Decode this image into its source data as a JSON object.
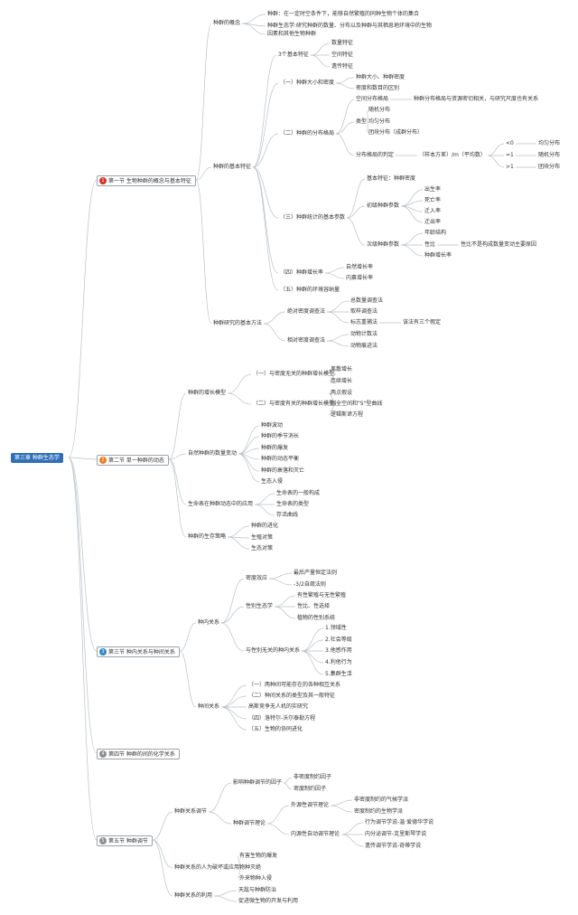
{
  "root": "第三章 种群生态学",
  "colors": {
    "line": "#b9c2c9",
    "b1": "#d9312b",
    "b2": "#ee7d25",
    "b3": "#2d89c8",
    "b4": "#8e8e8e",
    "b5": "#8e8e8e"
  },
  "sections": [
    {
      "num": "1",
      "label": "第一节 生物种群的概念与基本特征"
    },
    {
      "num": "2",
      "label": "第二节 单一种群的动态"
    },
    {
      "num": "3",
      "label": "第三节 种内关系与种间关系"
    },
    {
      "num": "4",
      "label": "第四节 种群的间的化学关系"
    },
    {
      "num": "5",
      "label": "第五节 种群调节"
    }
  ],
  "nodes": [
    "种群的概念",
    "种群：在一定时空条件下，能够自然繁殖的同种生物个体的集合",
    "种群生态学:研究种群的数量、分布以及种群与其栖息地环境中的生物",
    "因素和其他生物种群",
    "种群的基本特征",
    "3个基本特征",
    "数量特征",
    "空间特征",
    "遗传特征",
    "（一）种群大小和密度",
    "种群大小、种群密度",
    "密度和数目的区别",
    "（二）种群的分布格局",
    "空间分布格局",
    "种群分布格局与资源密切相关，与研究尺度也有关系",
    "类型",
    "随机分布",
    "均匀分布",
    "团块分布（成群分布）",
    "分布格局的判定",
    "（样本方差）/m（平均数）",
    "<0",
    "均匀分布",
    "=1",
    "随机分布",
    ">1",
    "团块分布",
    "（三）种群统计的基本参数",
    "基本特征：种群密度",
    "初级种群参数",
    "出生率",
    "死亡率",
    "迁入率",
    "迁出率",
    "次级种群参数",
    "年龄结构",
    "性比",
    "性比不是构成数量变动主要原因",
    "种群增长率",
    "（四）种群增长率",
    "自然增长率",
    "内禀增长率",
    "（五）种群的环境容纳量",
    "种群研究的基本方法",
    "绝对密度调查法",
    "总数量调查法",
    "取样调查法",
    "标志重捕法",
    "该法有三个假定",
    "相对密度调查法",
    "动物计数法",
    "动物痕迹法",
    "种群的增长模型",
    "（一）与密度无关的种群增长模型",
    "离散增长",
    "连续增长",
    "（二）与密度有关的种群增长模型",
    "两点假设",
    "制全空间和\"S\"型曲线",
    "逻辑斯谛方程",
    "自然种群的数量变动",
    "种群波动",
    "种群的季节消长",
    "种群的爆发",
    "种群的动态平衡",
    "种群的衰落和灭亡",
    "生态入侵",
    "生命表在种群动态中的应用",
    "生命表的一般构成",
    "生命表的类型",
    "存活曲线",
    "种群的生存策略",
    "种群的进化",
    "生殖对策",
    "生态对策",
    "种内关系",
    "密度效应",
    "最后产量恒定法则",
    "-3/2自疏法则",
    "性别生态学",
    "有性繁殖与无性繁殖",
    "性比、性选择",
    "植物的性别系统",
    "与性别无关的种内关系",
    "1.领域性",
    "2.社会等级",
    "3.他感作用",
    "4.利他行为",
    "5.集群生活",
    "种间关系",
    "（一）两种间可能存在的各种相互关系",
    "（二）种间关系的类型及其一般特征",
    "高斯竞争无人机的实研究",
    "（四）洛特尔-沃尔泰勒方程",
    "（五）生物的协同进化",
    "种群关系调节",
    "影响种群调节的因子",
    "非密度制约因子",
    "密度制约因子",
    "种群调节理论",
    "外源性调节理论",
    "非密度制约的气候学派",
    "密度制约的生物学派",
    "内源性自动调节理论",
    "行为调节学说-温·爱德华学说",
    "内分泌调节-克里斯琴学说",
    "遗传调节学说-奇蒂学说",
    "种群关系的人为破坏或应用",
    "有害生物的爆发",
    "物种灭绝",
    "外来物种入侵",
    "种群关系的利用",
    "天敌与种群防治",
    "促进微生物的开发与利用"
  ]
}
